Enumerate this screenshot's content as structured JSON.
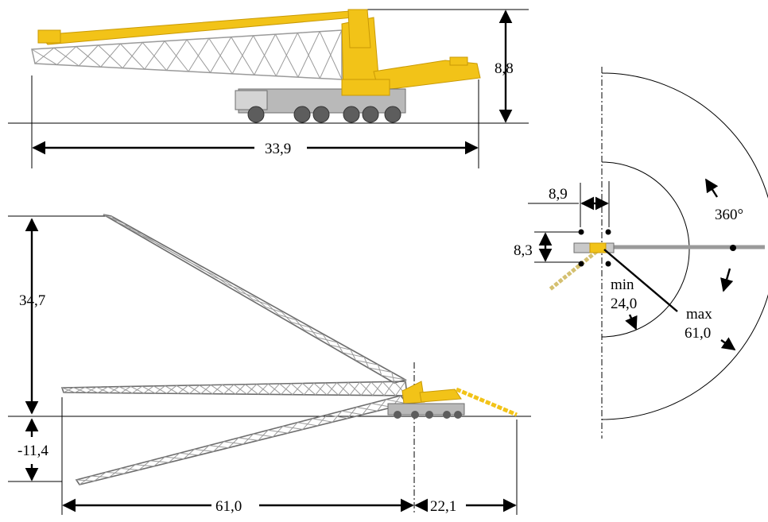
{
  "diagram": {
    "colors": {
      "crane_yellow": "#f2c318",
      "crane_dark": "#c99a05",
      "lattice_grey": "#9a9a9a",
      "chassis_grey": "#8c8c8c",
      "line": "#000000",
      "background": "#ffffff"
    },
    "transport_view": {
      "height_label": "8,8",
      "length_label": "33,9"
    },
    "working_range_view": {
      "max_height_label": "34,7",
      "min_depth_label": "-11,4",
      "forward_reach_label": "61,0",
      "rear_reach_label": "22,1"
    },
    "slewing_view": {
      "rotation_label": "360°",
      "footprint_width_label": "8,9",
      "footprint_depth_label": "8,3",
      "min_radius_label": "min",
      "min_radius_value": "24,0",
      "max_radius_label": "max",
      "max_radius_value": "61,0"
    }
  }
}
